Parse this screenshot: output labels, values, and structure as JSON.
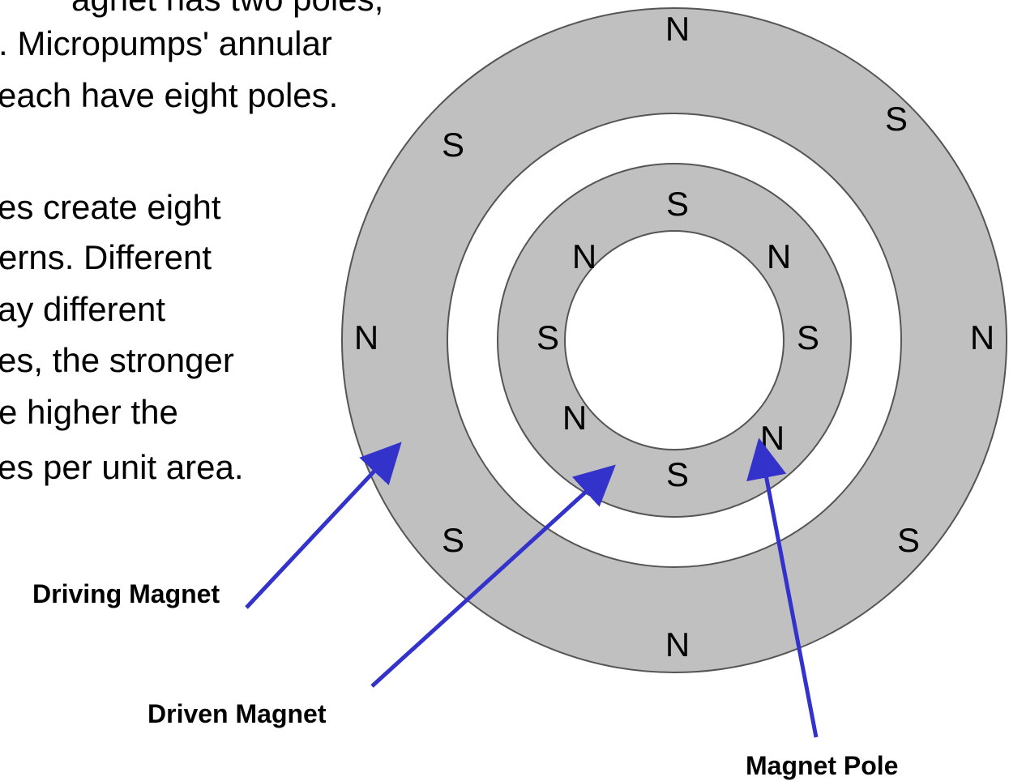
{
  "text_lines": [
    "agnet has two poles,",
    ". Micropumps' annular",
    "each have eight poles.",
    "es create eight",
    "erns. Different",
    "ay different",
    "es, the stronger",
    "e higher the",
    "es per unit area."
  ],
  "poles": {
    "outer": [
      "N",
      "S",
      "N",
      "S",
      "N",
      "S",
      "N",
      "S"
    ],
    "inner": [
      "S",
      "N",
      "S",
      "N",
      "S",
      "N",
      "S",
      "N"
    ]
  },
  "labels": {
    "driving_magnet": "Driving Magnet",
    "driven_magnet": "Driven Magnet",
    "magnet_pole": "Magnet Pole"
  },
  "colors": {
    "ring_fill": "#c0c0c0",
    "ring_stroke": "#555555",
    "arrow": "#3333cc",
    "text": "#000000"
  }
}
